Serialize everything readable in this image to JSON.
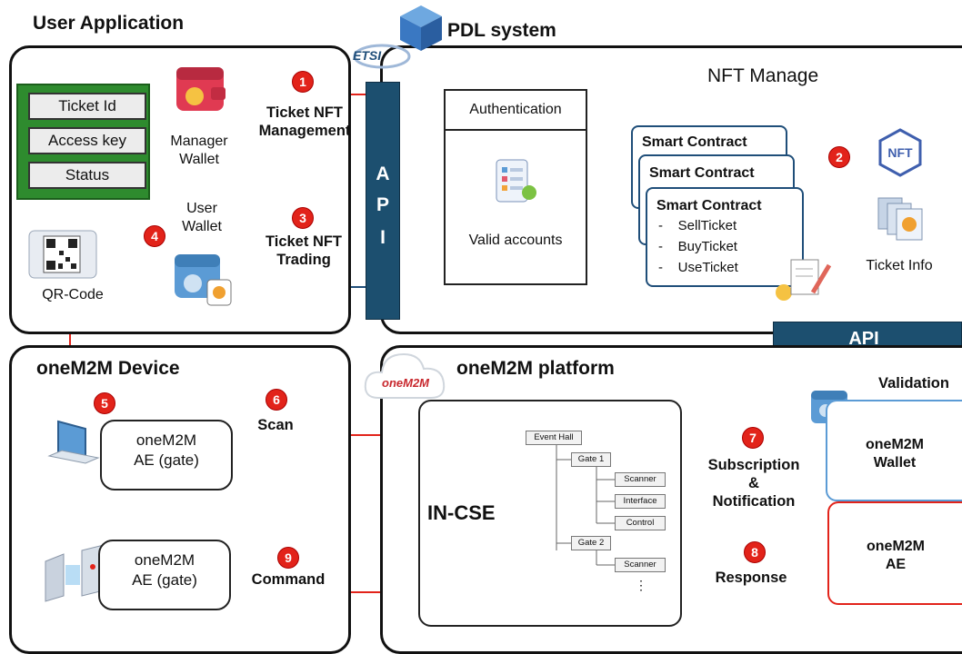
{
  "titles": {
    "user_application": "User Application",
    "pdl_system": "PDL system",
    "onem2m_device": "oneM2M Device",
    "onem2m_platform": "oneM2M platform",
    "nft_manage": "NFT Manage"
  },
  "ticket_fields": [
    "Ticket Id",
    "Access key",
    "Status"
  ],
  "user_app": {
    "manager_wallet": "Manager\nWallet",
    "user_wallet": "User\nWallet",
    "qr_code": "QR-Code"
  },
  "api": {
    "vertical": [
      "A",
      "P",
      "I"
    ],
    "horizontal": "API"
  },
  "etsi_logo": "ETSI",
  "steps": [
    {
      "num": "1",
      "label": "Ticket NFT\nManagement"
    },
    {
      "num": "2",
      "label": ""
    },
    {
      "num": "3",
      "label": "Ticket NFT\nTrading"
    },
    {
      "num": "4",
      "label": ""
    },
    {
      "num": "5",
      "label": ""
    },
    {
      "num": "6",
      "label": "Scan"
    },
    {
      "num": "7",
      "label": "Subscription\n&\nNotification"
    },
    {
      "num": "8",
      "label": "Response"
    },
    {
      "num": "9",
      "label": "Command"
    }
  ],
  "authentication": {
    "title": "Authentication",
    "caption": "Valid accounts"
  },
  "smart_contracts": {
    "title": "Smart Contract",
    "functions": [
      "SellTicket",
      "BuyTicket",
      "UseTicket"
    ]
  },
  "nft": {
    "logo_text": "NFT",
    "ticket_info": "Ticket Info"
  },
  "validation": "Validation",
  "device": {
    "ae_gate_1": "oneM2M\nAE (gate)",
    "ae_gate_2": "oneM2M\nAE (gate)"
  },
  "platform": {
    "logo_text": "oneM2M",
    "in_cse": "IN-CSE",
    "wallet": "oneM2M\nWallet",
    "ae": "oneM2M\nAE"
  },
  "resource_tree": {
    "root": "Event Hall",
    "gate1": "Gate 1",
    "gate1_children": [
      "Scanner",
      "Interface",
      "Control"
    ],
    "gate2": "Gate 2",
    "gate2_children": [
      "Scanner"
    ],
    "ellipsis": "⋮"
  },
  "colors": {
    "red": "#e2231a",
    "navy": "#1f4e79",
    "api_blue": "#1c4f6f",
    "green": "#2e8b2e",
    "light_blue": "#5b9bd5"
  }
}
